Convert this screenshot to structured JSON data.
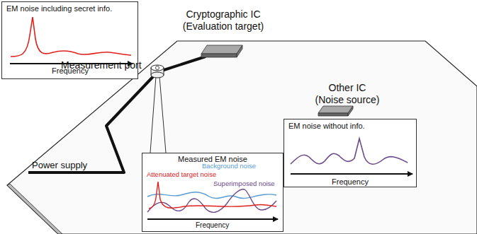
{
  "diagram": {
    "nodes": [
      {
        "text": [
          "EM noise including secret info.",
          "Frequency"
        ]
      },
      {
        "text": [
          "Cryptographic IC (Evaluation target)"
        ]
      },
      {
        "text": [
          "Other IC (Noise source)"
        ]
      },
      {
        "text": [
          "EM noise without info.",
          "Frequency"
        ]
      },
      {
        "text": [
          "Measured EM noise",
          "Attenuated target noise",
          "Background noise",
          "Superimposed noise",
          "Frequency"
        ]
      }
    ],
    "labels": [
      "Measurement port",
      "Power supply"
    ]
  }
}
